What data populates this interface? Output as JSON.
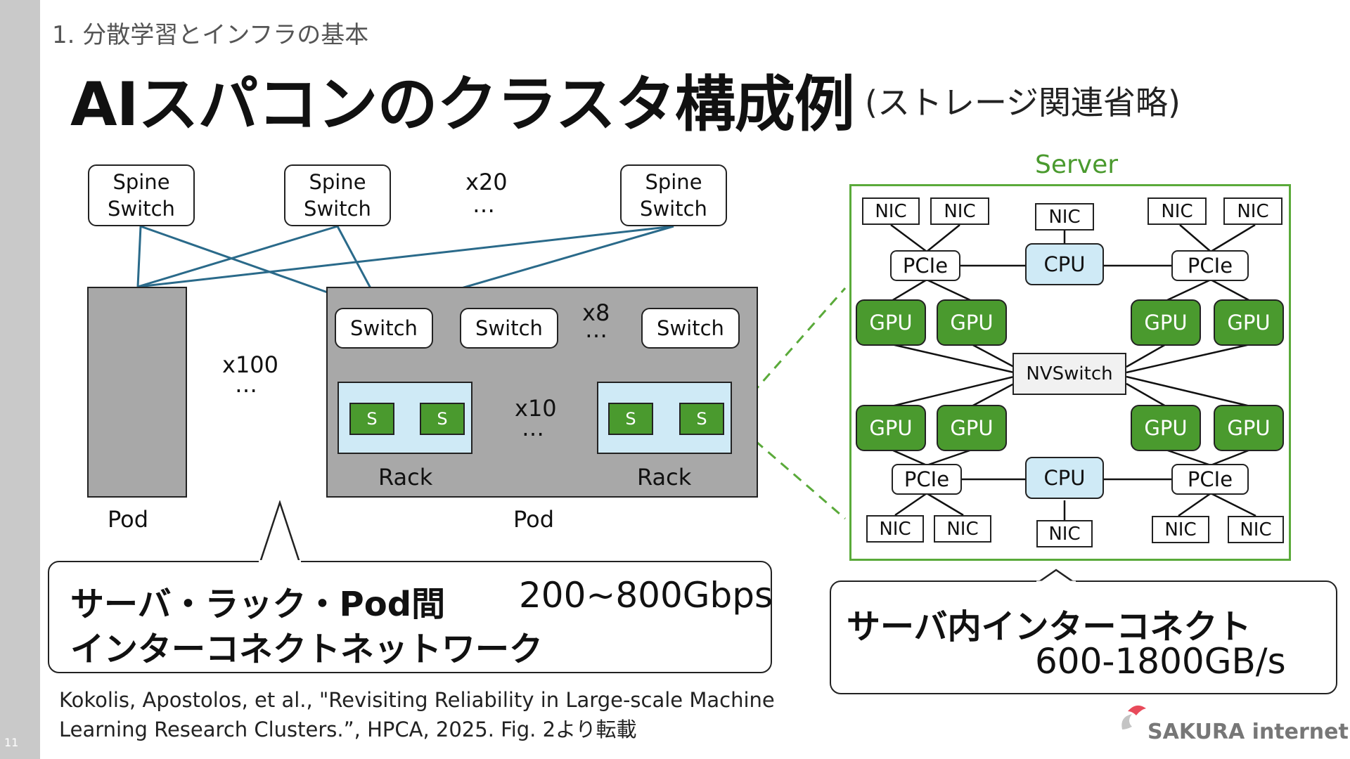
{
  "page": {
    "number": "11",
    "section": "1. 分散学習とインフラの基本",
    "title": "AIスパコンのクラスタ構成例",
    "subtitle": "(ストレージ関連省略)"
  },
  "network": {
    "spine_switch_label": "Spine\nSwitch",
    "spine_count": "x20",
    "pod_label": "Pod",
    "pod_count": "x100",
    "switch_label": "Switch",
    "switch_count": "x8",
    "rack_label": "Rack",
    "rack_count": "x10",
    "server_label": "S",
    "ellipsis": "…"
  },
  "server": {
    "title": "Server",
    "nic": "NIC",
    "pcie": "PCIe",
    "cpu": "CPU",
    "gpu": "GPU",
    "nvswitch": "NVSwitch"
  },
  "callouts": {
    "network_title_line1": "サーバ・ラック・Pod間",
    "network_title_line2": "インターコネクトネットワーク",
    "network_bandwidth": "200~800Gbps",
    "server_title": "サーバ内インターコネクト",
    "server_bandwidth": "600-1800GB/s"
  },
  "citation": {
    "line1": "Kokolis, Apostolos, et al., \"Revisiting Reliability in Large-scale Machine",
    "line2": "Learning Research Clusters.”, HPCA, 2025. Fig. 2より転載"
  },
  "logo": {
    "text": "SAKURA internet"
  },
  "colors": {
    "gpu": "#4a9a2e",
    "rack": "#cfeaf6",
    "cpu": "#cfeaf6",
    "pod": "#a8a8a8",
    "link": "#2a6a8a",
    "server_border": "#5aaa3a",
    "server_title": "#4a9a2e",
    "logo_red": "#e84a5a"
  }
}
